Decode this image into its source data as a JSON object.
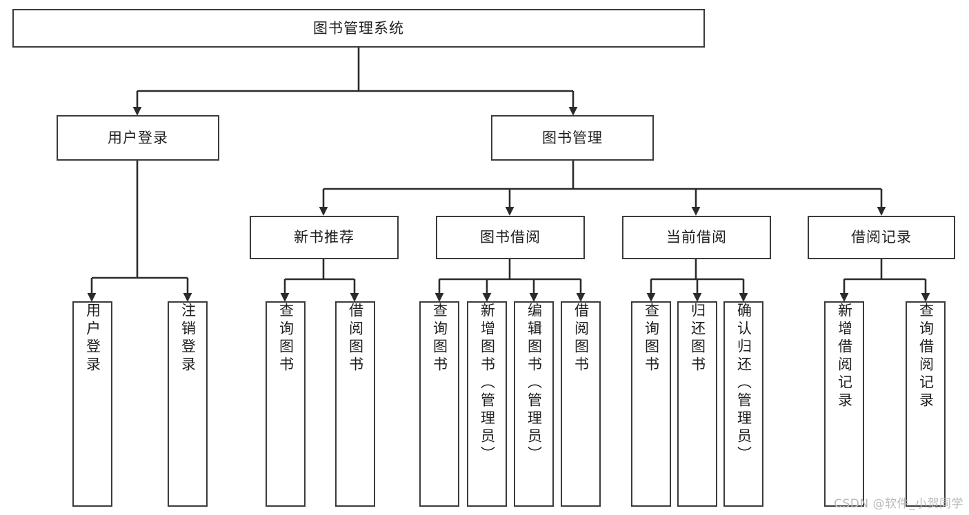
{
  "diagram": {
    "type": "tree",
    "title": "图书管理系统",
    "orientation": "top-down",
    "colors": {
      "node_border": "#3b3b3b",
      "node_fill": "#ffffff",
      "edge": "#2b2b2b",
      "text": "#1f1f1f",
      "watermark": "#b9b9b9"
    },
    "watermark": "CSDN @软件_小贺同学"
  },
  "nodes": {
    "root": {
      "label": "图书管理系统"
    },
    "level2": [
      {
        "id": "user-login",
        "label": "用户登录"
      },
      {
        "id": "book-manage",
        "label": "图书管理"
      }
    ],
    "level3": [
      {
        "id": "new-book-recommend",
        "label": "新书推荐"
      },
      {
        "id": "book-borrow",
        "label": "图书借阅"
      },
      {
        "id": "current-borrow",
        "label": "当前借阅"
      },
      {
        "id": "borrow-record",
        "label": "借阅记录"
      }
    ],
    "leaves": {
      "user-login": [
        {
          "id": "leaf-user-login",
          "label": "用户登录"
        },
        {
          "id": "leaf-logout",
          "label": "注销登录"
        }
      ],
      "new-book-recommend": [
        {
          "id": "leaf-query-book-1",
          "label": "查询图书"
        },
        {
          "id": "leaf-borrow-book-1",
          "label": "借阅图书"
        }
      ],
      "book-borrow": [
        {
          "id": "leaf-query-book-2",
          "label": "查询图书"
        },
        {
          "id": "leaf-add-book",
          "label": "新增图书（管理员）"
        },
        {
          "id": "leaf-edit-book",
          "label": "编辑图书（管理员）"
        },
        {
          "id": "leaf-borrow-book-2",
          "label": "借阅图书"
        }
      ],
      "current-borrow": [
        {
          "id": "leaf-query-book-3",
          "label": "查询图书"
        },
        {
          "id": "leaf-return-book",
          "label": "归还图书"
        },
        {
          "id": "leaf-confirm-return",
          "label": "确认归还（管理员）"
        }
      ],
      "borrow-record": [
        {
          "id": "leaf-add-record",
          "label": "新增借阅记录"
        },
        {
          "id": "leaf-query-record",
          "label": "查询借阅记录"
        }
      ]
    }
  }
}
